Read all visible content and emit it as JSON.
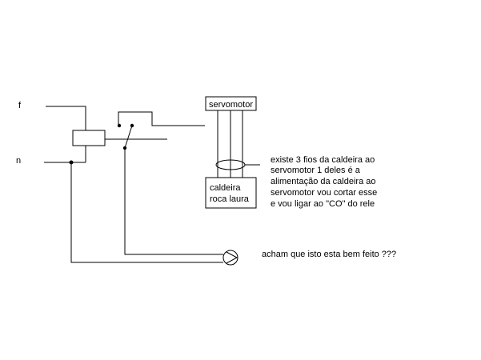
{
  "labels": {
    "f": "f",
    "n": "n",
    "servomotor": "servomotor",
    "caldeira_line1": "caldeira",
    "caldeira_line2": "roca laura",
    "note_lines": [
      "existe 3 fios da caldeira ao",
      "servomotor 1 deles é a",
      "alimentação da caldeira ao",
      "servomotor vou cortar esse",
      "e vou ligar ao \"CO\" do rele"
    ],
    "question": "acham que isto esta bem feito ???"
  },
  "colors": {
    "line": "#000000",
    "background": "#ffffff"
  }
}
